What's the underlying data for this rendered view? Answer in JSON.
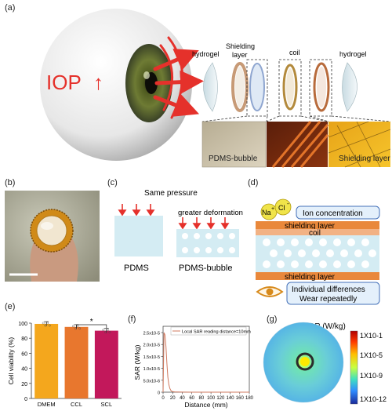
{
  "panel_labels": {
    "a": "(a)",
    "b": "(b)",
    "c": "(c)",
    "d": "(d)",
    "e": "(e)",
    "f": "(f)",
    "g": "(g)"
  },
  "panel_a": {
    "iop_label": "IOP",
    "iop_arrow": "↑",
    "layers": {
      "hydrogel_left": "hydrogel",
      "shielding_line1": "Shielding",
      "shielding_line2": "layer",
      "coil": "coil",
      "hydrogel_right": "hydrogel"
    },
    "micro_labels": {
      "pdms_bubble": "PDMS-bubble",
      "shielding_layer": "Shielding layer"
    }
  },
  "panel_c": {
    "same_pressure": "Same pressure",
    "greater_deformation": "greater deformation",
    "pdms": "PDMS",
    "pdms_bubble": "PDMS-bubble"
  },
  "panel_d": {
    "na": "Na",
    "na_sup": "+",
    "cl": "Cl",
    "cl_sup": "-",
    "ion_concentration": "Ion concentration",
    "shielding_top": "shielding layer",
    "coil": "coil",
    "shielding_bottom": "shielding layer",
    "diff_line1": "Individual differences",
    "diff_line2": "Wear repeatedly"
  },
  "panel_g": {
    "title": "SAR (W/kg)",
    "colorbar_ticks": [
      "1X10-1",
      "1X10-5",
      "1X10-9",
      "1X10-12"
    ]
  },
  "colors": {
    "red": "#e5312b",
    "orange": "#e9883b",
    "light_blue": "#d4ecf3",
    "bar_dmem": "#f4a71d",
    "bar_ccl": "#e8772e",
    "bar_scl": "#c2185b",
    "sar_curve": "#d0795f"
  },
  "chart_data": [
    {
      "type": "bar",
      "panel": "(e)",
      "categories": [
        "DMEM",
        "CCL",
        "SCL"
      ],
      "values": [
        99,
        95,
        90
      ],
      "errors": [
        3,
        3,
        3
      ],
      "ylabel": "Cell viability (%)",
      "ylim": [
        0,
        100
      ],
      "yticks": [
        0,
        20,
        40,
        60,
        80,
        100
      ],
      "significance": "*"
    },
    {
      "type": "line",
      "panel": "(f)",
      "x": [
        0,
        2,
        4,
        6,
        8,
        10,
        12,
        14,
        16,
        18,
        20,
        25,
        30,
        40,
        60,
        80,
        100,
        120,
        140,
        160,
        180
      ],
      "y": [
        0,
        2.5e-05,
        2.4e-05,
        1.9e-05,
        1.2e-05,
        6.3e-06,
        3.3e-06,
        1.6e-06,
        8e-07,
        4e-07,
        2.4e-07,
        1e-07,
        5e-08,
        2e-08,
        1e-08,
        1e-08,
        1e-08,
        1e-08,
        1e-08,
        1e-08,
        1e-08
      ],
      "xlabel": "Distance (mm)",
      "ylabel": "SAR (W/kg)",
      "xlim": [
        0,
        180
      ],
      "ylim": [
        0,
        2.5e-05
      ],
      "xticks": [
        "0",
        "20",
        "40",
        "60",
        "80",
        "100",
        "120",
        "140",
        "160",
        "180"
      ],
      "yticks": [
        "0",
        "5.0x10-6",
        "1.0x10-5",
        "1.5x10-5",
        "2.0x10-5",
        "2.5x10-5"
      ],
      "legend": "Local SAR reading distance=10mm",
      "legend_position": "top-right"
    }
  ]
}
